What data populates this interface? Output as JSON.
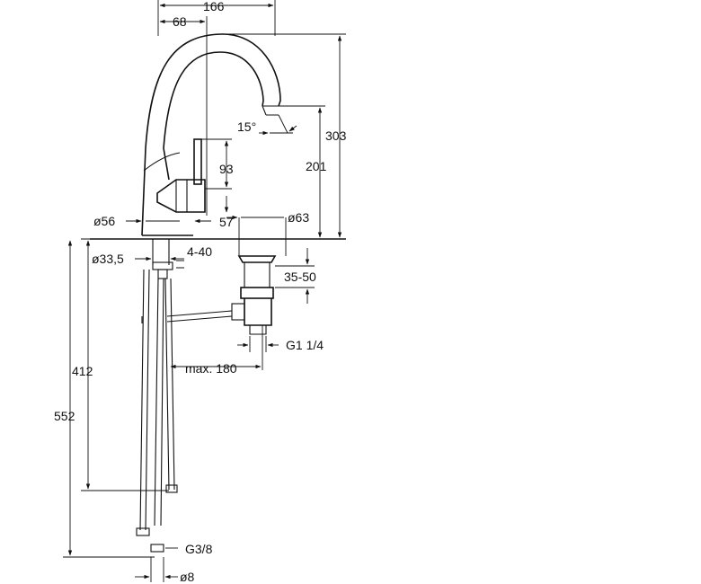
{
  "dimensions": {
    "overall_reach": "166",
    "spout_offset": "68",
    "outlet_angle": "15°",
    "total_height": "303",
    "outlet_height": "201",
    "lever_height": "93",
    "lever_base": "57",
    "base_diameter": "ø56",
    "waste_diameter": "ø63",
    "shank_diameter": "ø33,5",
    "deck_thickness": "4-40",
    "waste_range": "35-50",
    "waste_thread": "G1 1/4",
    "rod_length_max": "max. 180",
    "hose_length_a": "412",
    "hose_length_b": "552",
    "connection_thread": "G3/8",
    "hose_diameter": "ø8"
  }
}
